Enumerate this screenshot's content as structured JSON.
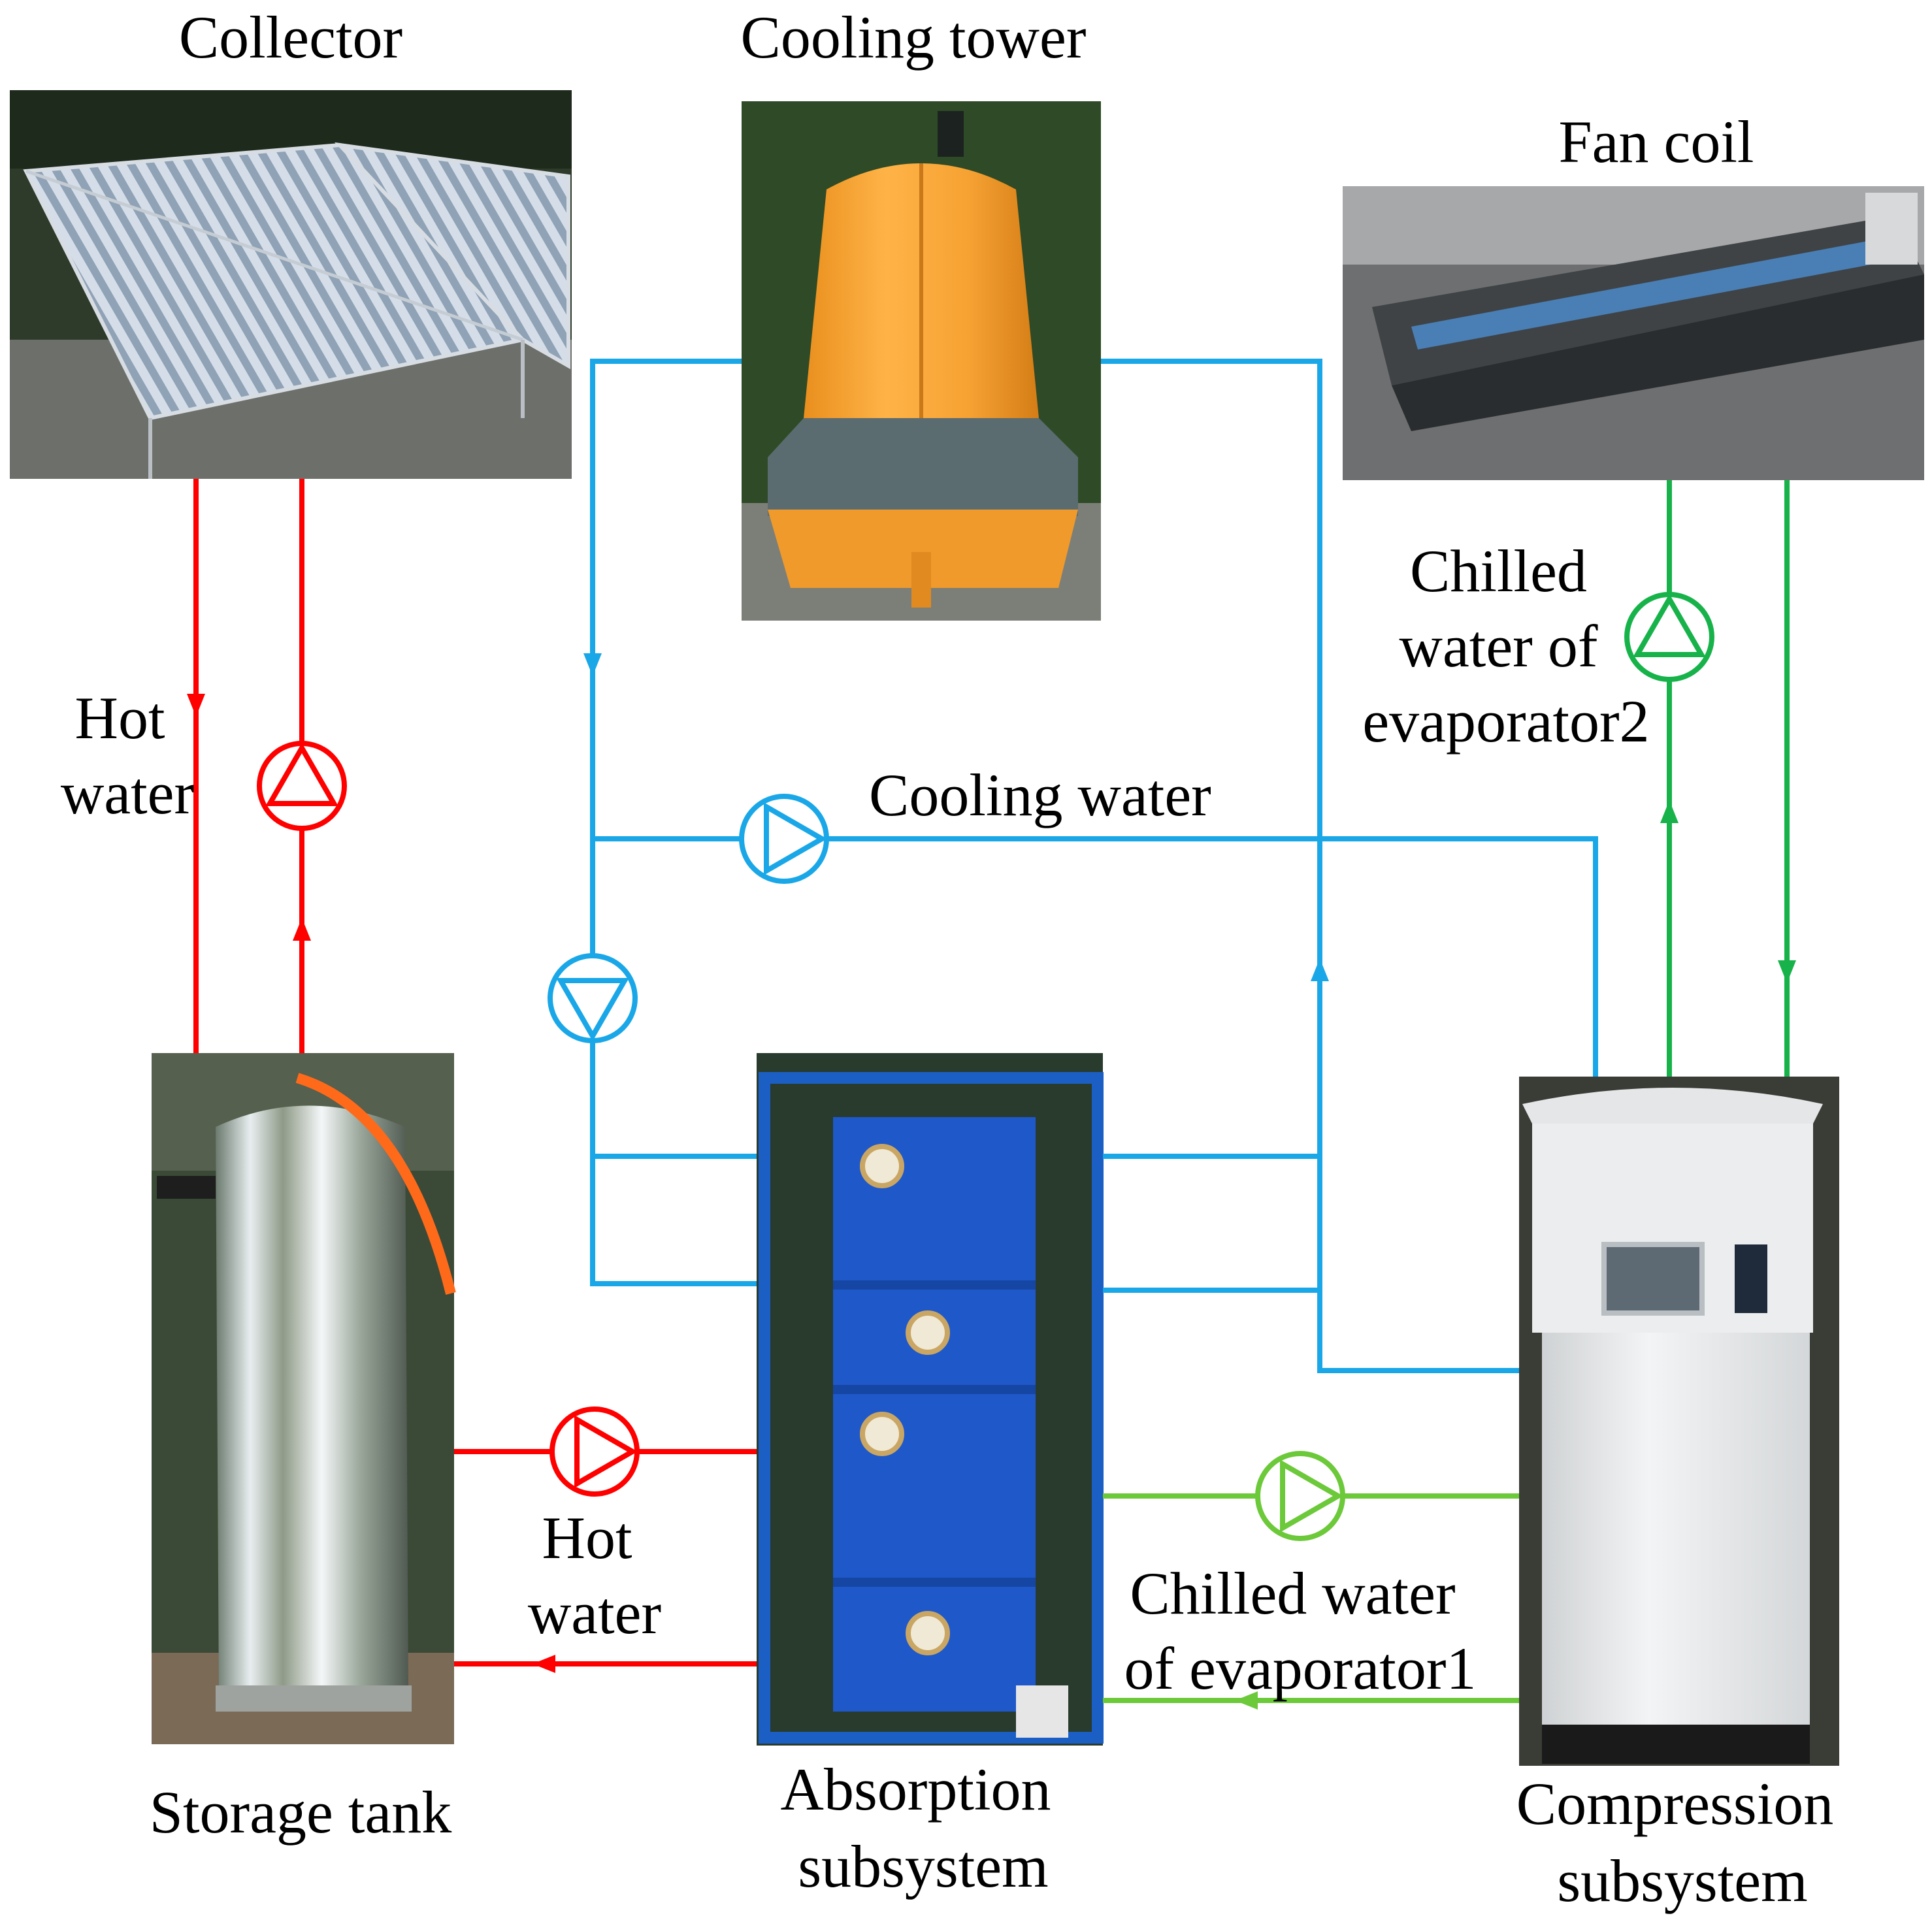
{
  "components": {
    "collector": {
      "label": "Collector"
    },
    "cooling_tower": {
      "label": "Cooling tower"
    },
    "fan_coil": {
      "label": "Fan coil"
    },
    "storage_tank": {
      "label": "Storage tank"
    },
    "absorption": {
      "label_lines": [
        "Absorption",
        "subsystem"
      ]
    },
    "compression": {
      "label_lines": [
        "Compression",
        "subsystem"
      ]
    }
  },
  "flows": {
    "hot_water_collector": {
      "label_lines": [
        "Hot",
        "water"
      ]
    },
    "hot_water_tank": {
      "label_lines": [
        "Hot",
        "water"
      ]
    },
    "cooling_water": {
      "label": "Cooling water"
    },
    "chilled_water_evap1": {
      "label_lines": [
        "Chilled water",
        "of evaporator1"
      ]
    },
    "chilled_water_evap2": {
      "label_lines": [
        "Chilled",
        "water of",
        "evaporator2"
      ]
    }
  },
  "colors": {
    "hot_water": "#ff0000",
    "cooling_water": "#1aa7e8",
    "chilled_water_1": "#6cc93a",
    "chilled_water_2": "#17b34a"
  },
  "icons": {
    "pump": "pump-icon",
    "flow_arrow": "arrow-icon"
  }
}
